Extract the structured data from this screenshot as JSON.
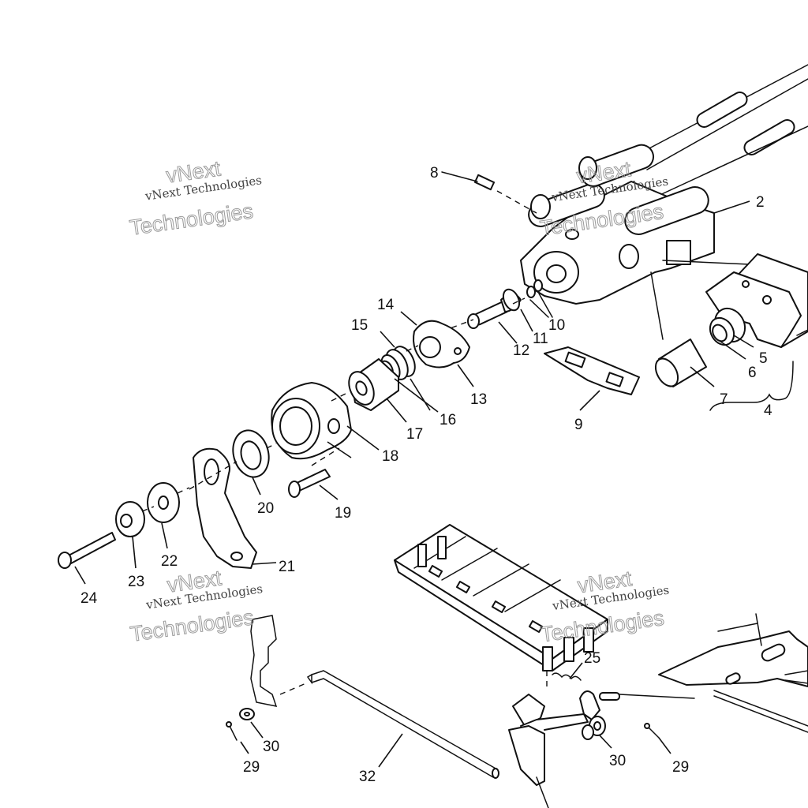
{
  "watermark": {
    "line1": "vNext Technologies",
    "line2": "Technologies",
    "ghost": "vNext"
  },
  "callouts": [
    {
      "id": "c2",
      "label": "2"
    },
    {
      "id": "c4",
      "label": "4"
    },
    {
      "id": "c5",
      "label": "5"
    },
    {
      "id": "c6",
      "label": "6"
    },
    {
      "id": "c7",
      "label": "7"
    },
    {
      "id": "c8",
      "label": "8"
    },
    {
      "id": "c9",
      "label": "9"
    },
    {
      "id": "c10",
      "label": "10"
    },
    {
      "id": "c11",
      "label": "11"
    },
    {
      "id": "c12",
      "label": "12"
    },
    {
      "id": "c13",
      "label": "13"
    },
    {
      "id": "c14",
      "label": "14"
    },
    {
      "id": "c15",
      "label": "15"
    },
    {
      "id": "c16",
      "label": "16"
    },
    {
      "id": "c17",
      "label": "17"
    },
    {
      "id": "c18",
      "label": "18"
    },
    {
      "id": "c19",
      "label": "19"
    },
    {
      "id": "c20",
      "label": "20"
    },
    {
      "id": "c21",
      "label": "21"
    },
    {
      "id": "c22",
      "label": "22"
    },
    {
      "id": "c23",
      "label": "23"
    },
    {
      "id": "c24",
      "label": "24"
    },
    {
      "id": "c25",
      "label": "25"
    },
    {
      "id": "c29a",
      "label": "29"
    },
    {
      "id": "c29b",
      "label": "29"
    },
    {
      "id": "c30a",
      "label": "30"
    },
    {
      "id": "c30b",
      "label": "30"
    },
    {
      "id": "c32",
      "label": "32"
    }
  ]
}
